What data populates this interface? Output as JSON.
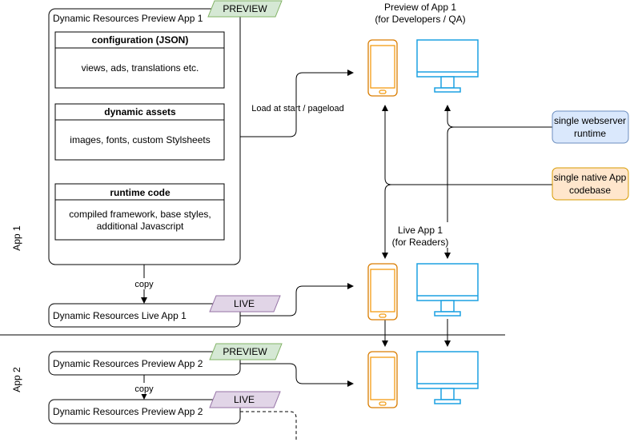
{
  "badges": {
    "preview": "PREVIEW",
    "live": "LIVE",
    "preview_color": "#d5e8d4",
    "preview_border": "#82b366",
    "live_color": "#e1d5e7",
    "live_border": "#9673a6"
  },
  "app1": {
    "side_label": "App 1",
    "preview_title": "Dynamic Resources Preview App 1",
    "config": {
      "title": "configuration (JSON)",
      "body": "views, ads, translations etc."
    },
    "assets": {
      "title": "dynamic assets",
      "body": "images, fonts, custom Stylsheets"
    },
    "runtime": {
      "title": "runtime code",
      "body_line1": "compiled framework, base styles,",
      "body_line2": "additional Javascript"
    },
    "copy_label": "copy",
    "live_title": "Dynamic Resources Live App 1"
  },
  "app2": {
    "side_label": "App 2",
    "preview_title": "Dynamic Resources Preview App 2",
    "copy_label": "copy",
    "live_title": "Dynamic Resources Preview App 2"
  },
  "load_label": "Load at start / pageload",
  "preview_devices": {
    "title_line1": "Preview of App 1",
    "title_line2": "(for Developers / QA)"
  },
  "live_devices": {
    "title_line1": "Live App 1",
    "title_line2": "(for Readers)"
  },
  "webserver": {
    "line1": "single webserver",
    "line2": "runtime",
    "fill": "#dae8fc",
    "stroke": "#6c8ebf"
  },
  "native": {
    "line1": "single native App",
    "line2": "codebase",
    "fill": "#ffe6cc",
    "stroke": "#d79b00"
  },
  "colors": {
    "phone": "#f39c12",
    "monitor": "#1ba1e2"
  }
}
